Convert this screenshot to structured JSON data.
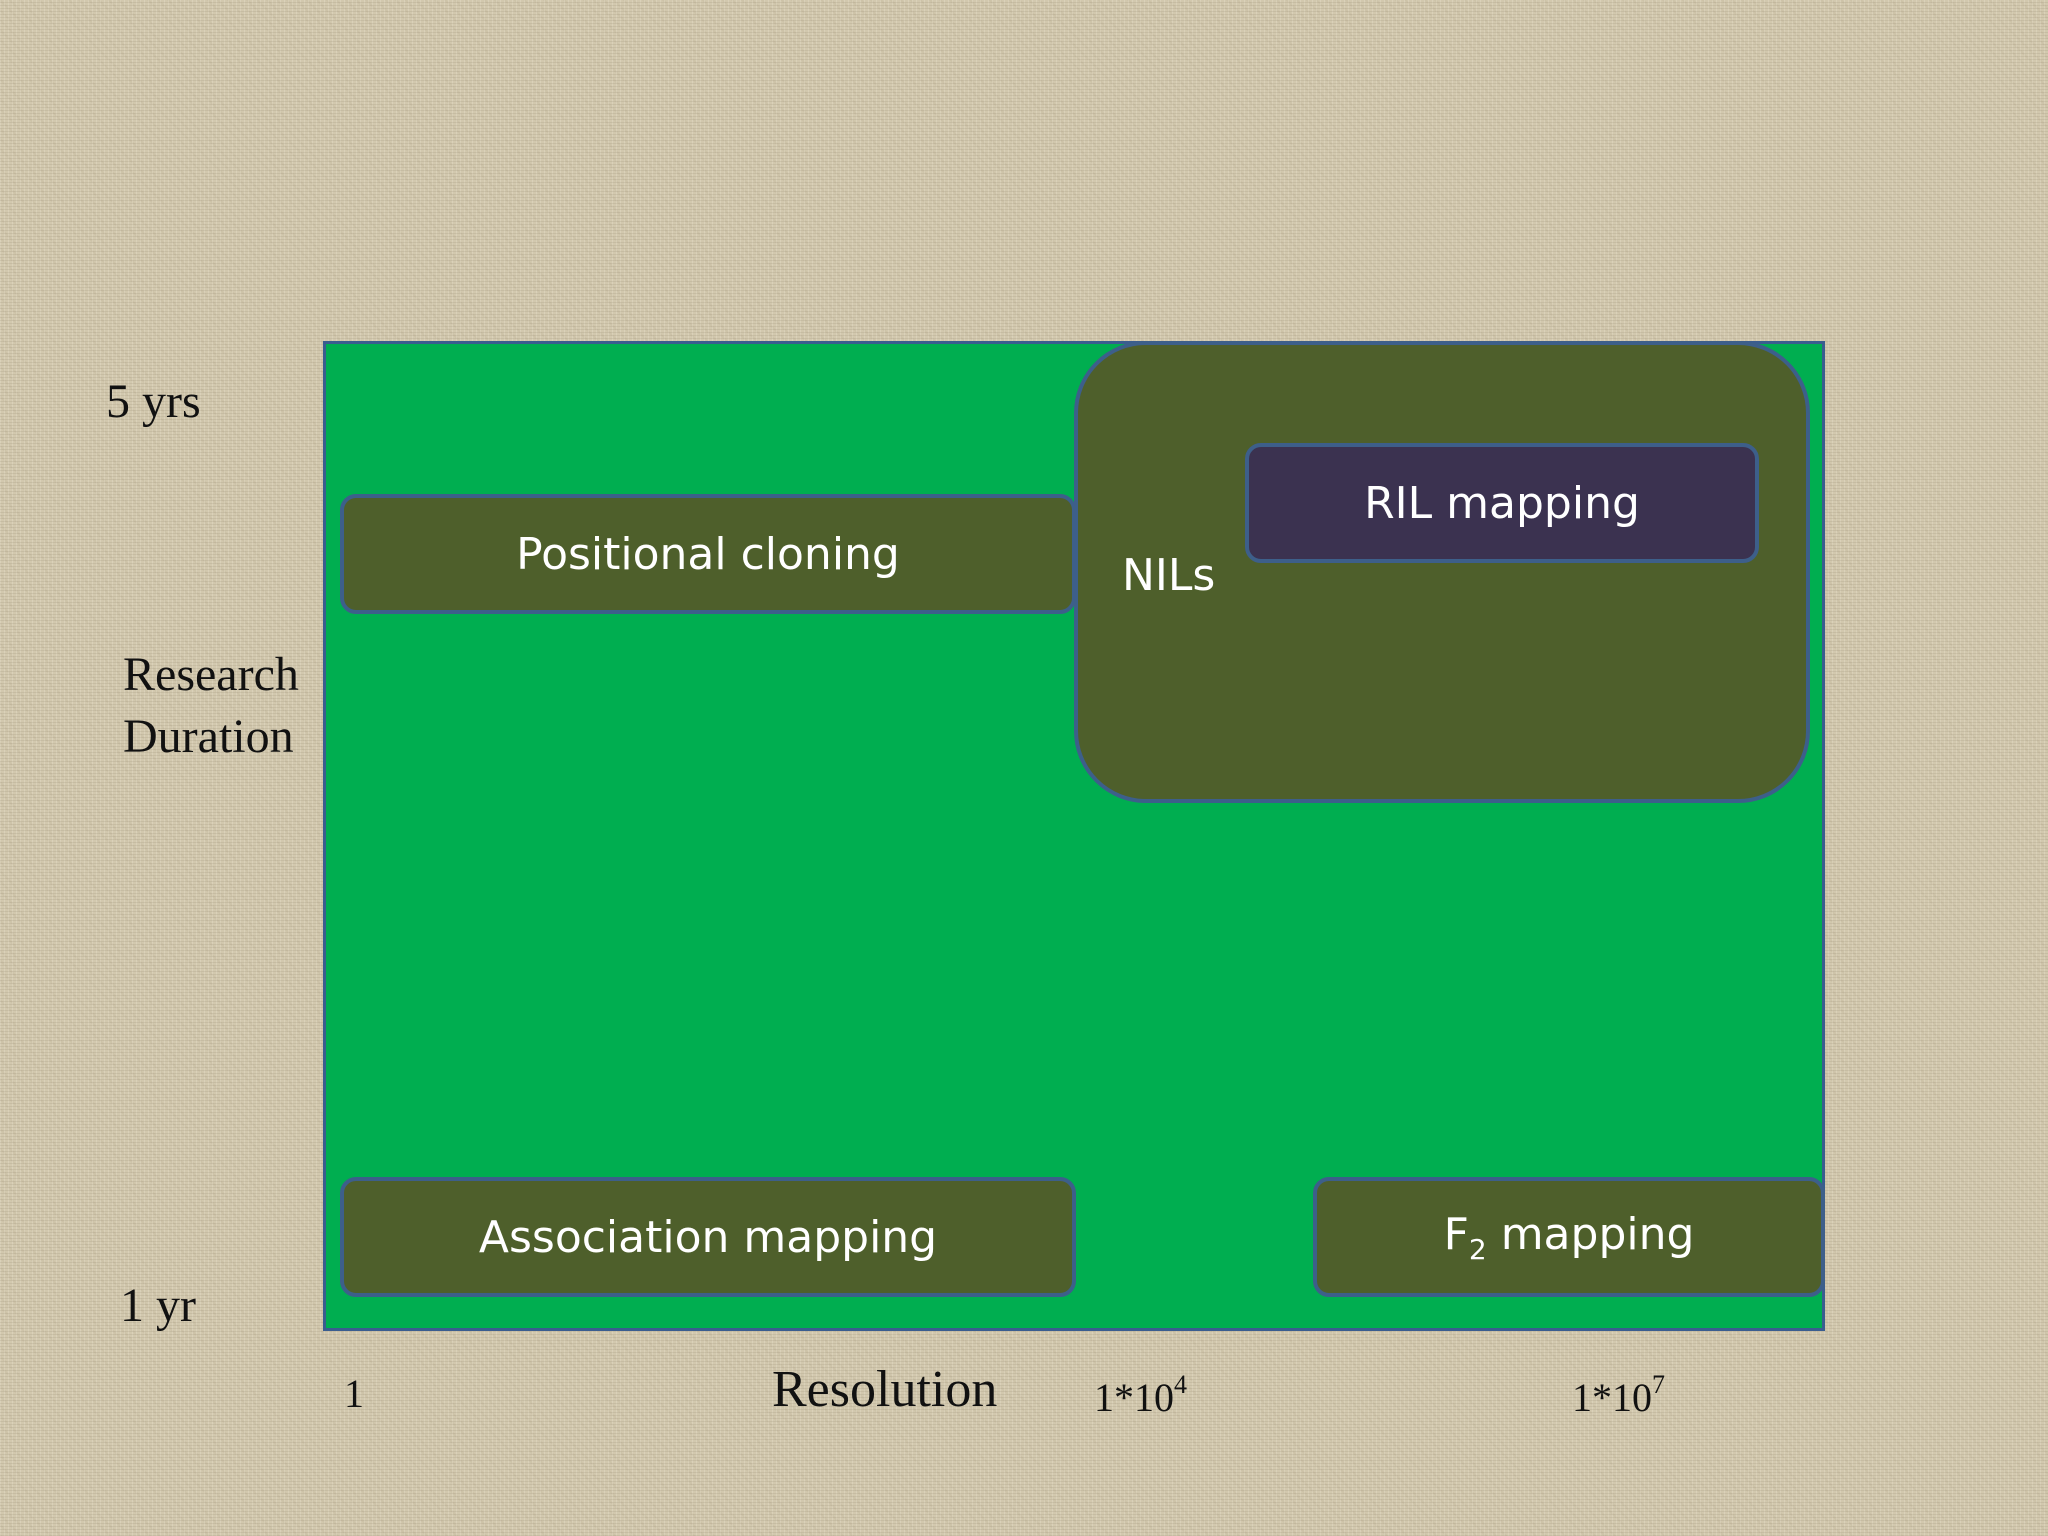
{
  "y_axis": {
    "top_label": "5 yrs",
    "bottom_label": "1 yr",
    "title_line1": "Research",
    "title_line2": "Duration"
  },
  "x_axis": {
    "title": "Resolution",
    "tick_1": "1",
    "tick_2_base": "1*10",
    "tick_2_exp": "4",
    "tick_3_base": "1*10",
    "tick_3_exp": "7"
  },
  "boxes": {
    "positional_cloning": "Positional cloning",
    "association_mapping": "Association mapping",
    "nils": "NILs",
    "ril_mapping": "RIL mapping",
    "f2_prefix": "F",
    "f2_sub": "2",
    "f2_suffix": " mapping"
  },
  "colors": {
    "background": "#d2c8ae",
    "panel": "#00ae50",
    "box": "#4e5f2b",
    "ril_box": "#3b3250",
    "border": "#3d5f8a"
  }
}
